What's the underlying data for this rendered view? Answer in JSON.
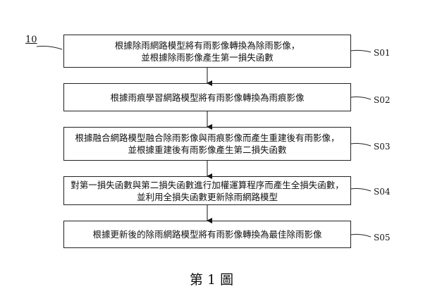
{
  "diagram": {
    "ref_label": "10",
    "steps": [
      {
        "id": "S01",
        "lines": [
          "根據除雨網路模型將有雨影像轉換為除雨影像，",
          "並根據除雨影像產生第一損失函數"
        ]
      },
      {
        "id": "S02",
        "lines": [
          "根據雨痕學習網路模型將有雨影像轉換為雨痕影像"
        ]
      },
      {
        "id": "S03",
        "lines": [
          "根據融合網路模型融合除雨影像與雨痕影像而產生重建後有雨影像，",
          "並根據重建後有雨影像產生第二損失函數"
        ]
      },
      {
        "id": "S04",
        "lines": [
          "對第一損失函數與第二損失函數進行加權運算程序而產生全損失函數，",
          "並利用全損失函數更新除雨網路模型"
        ]
      },
      {
        "id": "S05",
        "lines": [
          "根據更新後的除雨網路模型將有雨影像轉換為最佳除雨影像"
        ]
      }
    ],
    "caption": "第 1 圖"
  }
}
